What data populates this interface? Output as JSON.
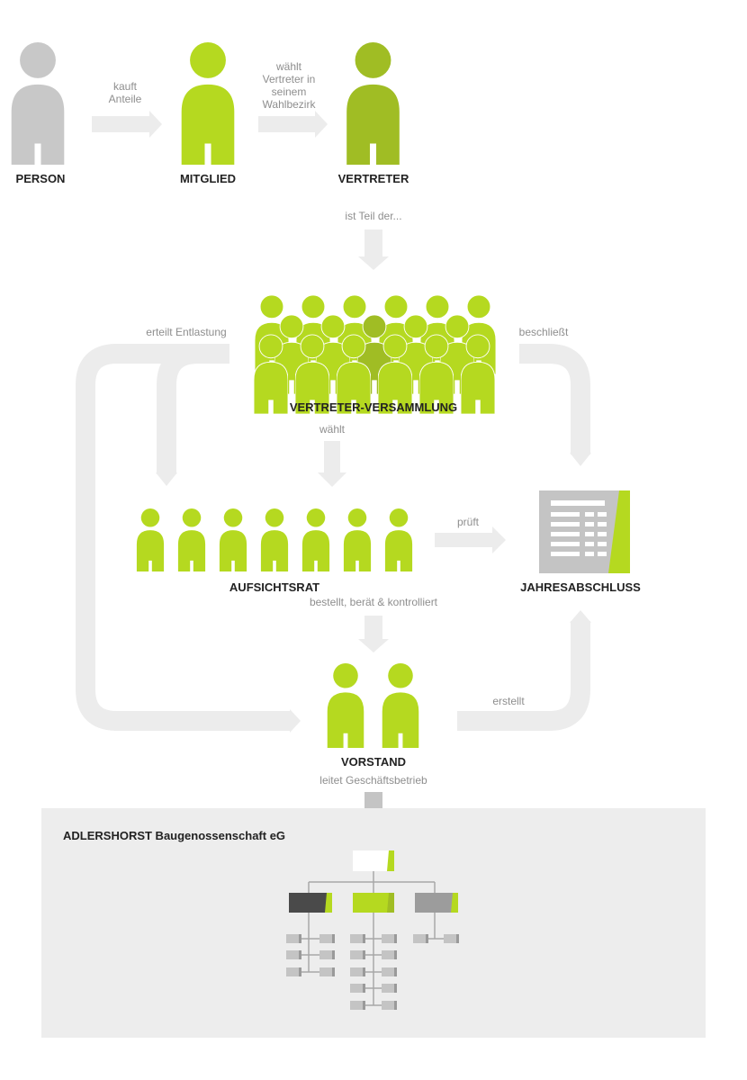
{
  "colors": {
    "lime": "#b5d920",
    "lime_dark": "#a0bd24",
    "grey_person": "#c8c8c8",
    "arrow_grey": "#ececec",
    "text_grey": "#8e8e8e",
    "org_bg": "#ededed",
    "doc_grey": "#c4c4c4"
  },
  "nodes": {
    "person": "PERSON",
    "mitglied": "MITGLIED",
    "vertreter": "VERTRETER",
    "versammlung": "VERTRETER-VERSAMMLUNG",
    "aufsichtsrat": "AUFSICHTSRAT",
    "jahresabschluss": "JAHRESABSCHLUSS",
    "vorstand": "VORSTAND"
  },
  "edges": {
    "kauft_1": "kauft",
    "kauft_2": "Anteile",
    "waehlt_1": "wählt",
    "waehlt_2": "Vertreter in",
    "waehlt_3": "seinem",
    "waehlt_4": "Wahlbezirk",
    "ist_teil": "ist Teil der...",
    "entlastung": "erteilt Entlastung",
    "beschliesst": "beschließt",
    "waehlt_ar": "wählt",
    "prueft": "prüft",
    "bestellt": "bestellt, berät & kontrolliert",
    "erstellt": "erstellt",
    "leitet": "leitet Geschäftsbetrieb"
  },
  "org": {
    "title": "ADLERSHORST Baugenossenschaft eG"
  }
}
